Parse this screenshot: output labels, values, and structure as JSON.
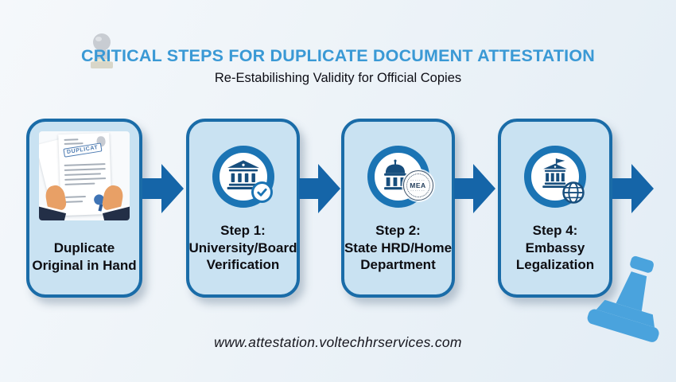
{
  "header": {
    "title": "CRITICAL STEPS FOR DUPLICATE DOCUMENT ATTESTATION",
    "subtitle": "Re-Estabilishing Validity for Official Copies"
  },
  "steps": [
    {
      "icon": "document-in-hands",
      "lines": [
        "Duplicate",
        "Original in Hand"
      ]
    },
    {
      "icon": "university-building-verified",
      "lines": [
        "Step 1:",
        "University/Board",
        "Verification"
      ]
    },
    {
      "icon": "government-building-mea-stamp",
      "lines": [
        "Step 2:",
        "State HRD/Home",
        "Department"
      ]
    },
    {
      "icon": "embassy-building-globe",
      "lines": [
        "Step 4:",
        "Embassy",
        "Legalization"
      ]
    }
  ],
  "document_stamp_text": "DUPLICAT",
  "mea_stamp_text": "MEA",
  "footer": {
    "website": "www.attestation.voltechhrservices.com"
  },
  "colors": {
    "title_blue": "#3A99D5",
    "card_fill": "#C9E2F2",
    "card_border": "#1A6CA8",
    "arrow_blue": "#1565A8",
    "icon_ring_blue": "#1B74B4",
    "icon_dark_blue": "#174E7D",
    "stamp_light_blue": "#4AA3DD"
  }
}
